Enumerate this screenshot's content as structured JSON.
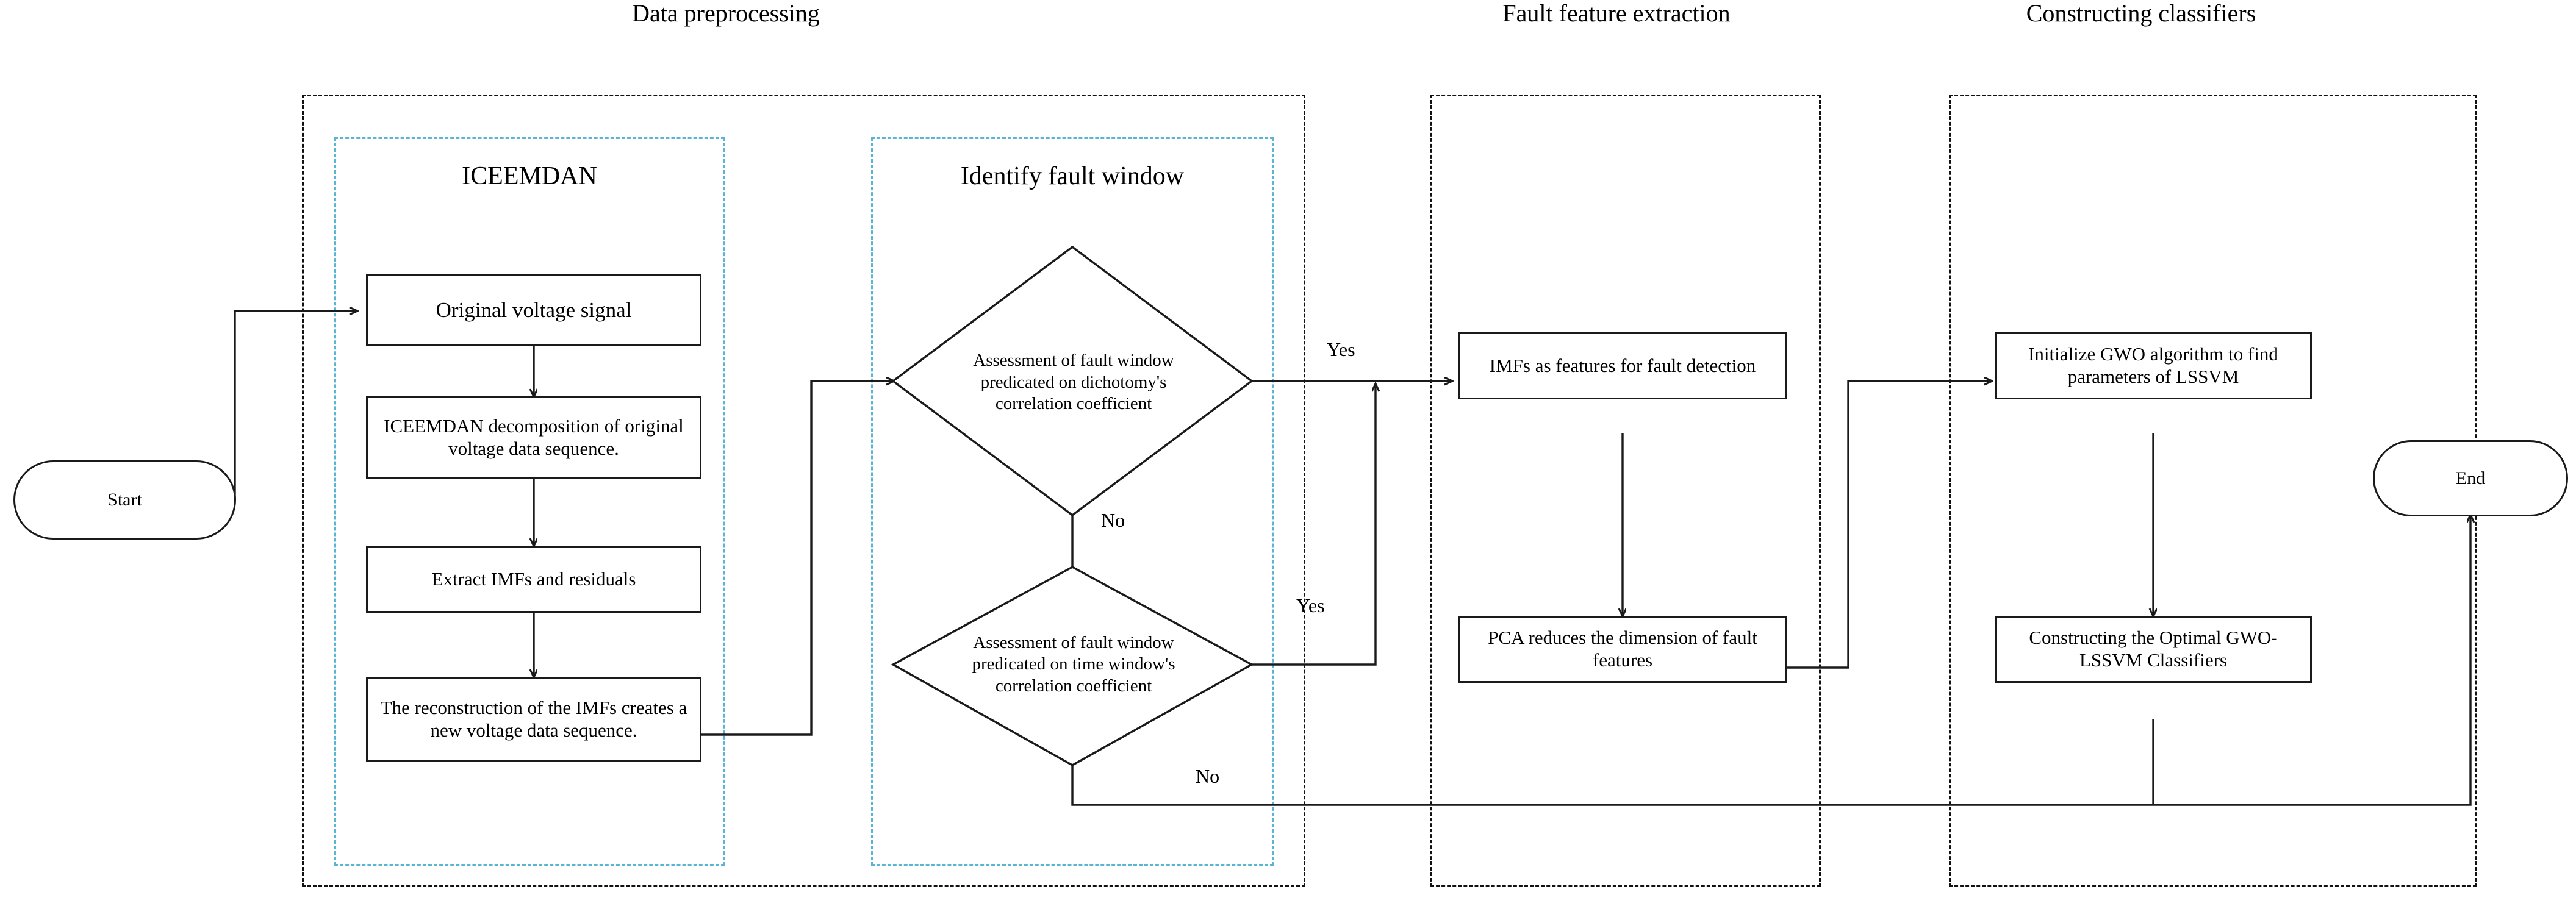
{
  "diagram": {
    "title_bar": {
      "groups": [
        {
          "id": "data-preprocessing",
          "label": "Data preprocessing"
        },
        {
          "id": "fault-feature-extraction",
          "label": "Fault feature extraction"
        },
        {
          "id": "constructing-classifiers",
          "label": "Constructing classifiers"
        }
      ]
    },
    "subgroups": [
      {
        "id": "iceemdan",
        "label": "ICEEMDAN"
      },
      {
        "id": "identify-fault-window",
        "label": "Identify fault window"
      }
    ],
    "terminals": {
      "start": "Start",
      "end": "End"
    },
    "processes": {
      "original_voltage_signal": "Original voltage signal",
      "iceemdan_decomposition": "ICEEMDAN decomposition of original voltage data sequence.",
      "extract_imfs": "Extract IMFs and residuals",
      "reconstruction": "The reconstruction of the IMFs creates a new voltage data sequence.",
      "imfs_as_features": "IMFs as features for fault detection",
      "pca_reduce": "PCA reduces the dimension of fault features",
      "initialize_gwo": "Initialize GWO algorithm to find parameters of LSSVM",
      "construct_classifiers": "Constructing the Optimal GWO-LSSVM Classifiers"
    },
    "decisions": {
      "dichotomy": "Assessment of fault window predicated on dichotomy's correlation coefficient",
      "time_window": "Assessment of fault window predicated on time window's correlation coefficient"
    },
    "edge_labels": {
      "yes_top": "Yes",
      "no_middle": "No",
      "yes_bottom": "Yes",
      "no_bottom": "No"
    },
    "colors": {
      "stroke": "#1a1a1a",
      "inner_dash": "#5ab4d4",
      "background": "#ffffff"
    }
  }
}
